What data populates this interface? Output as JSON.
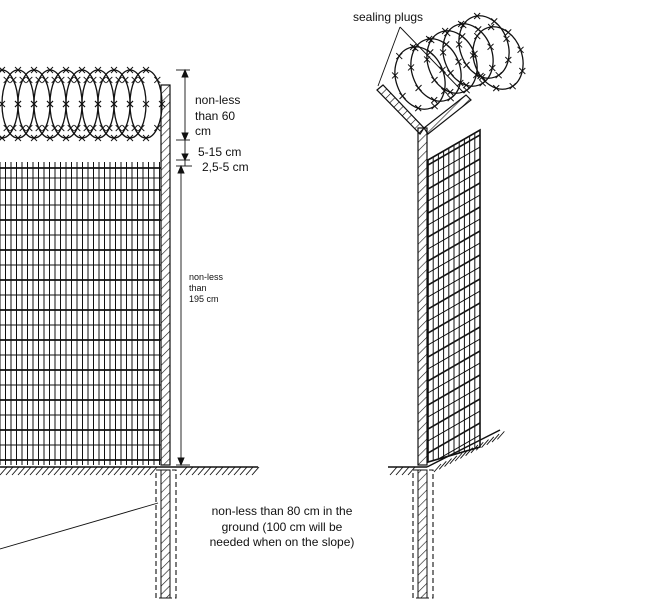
{
  "labels": {
    "sealing_plugs": "sealing plugs",
    "wire_height_l1": "non-less",
    "wire_height_l2": "than 60",
    "wire_height_l3": "cm",
    "gap_upper": "5-15 cm",
    "gap_lower": "2,5-5 cm",
    "fence_height_l1": "non-less",
    "fence_height_l2": "than",
    "fence_height_l3": "195 cm",
    "ground_l1": "non-less than 80 cm in the",
    "ground_l2": "ground (100 cm will be",
    "ground_l3": "needed when on the slope)"
  },
  "colors": {
    "line": "#111111",
    "background": "#ffffff"
  }
}
